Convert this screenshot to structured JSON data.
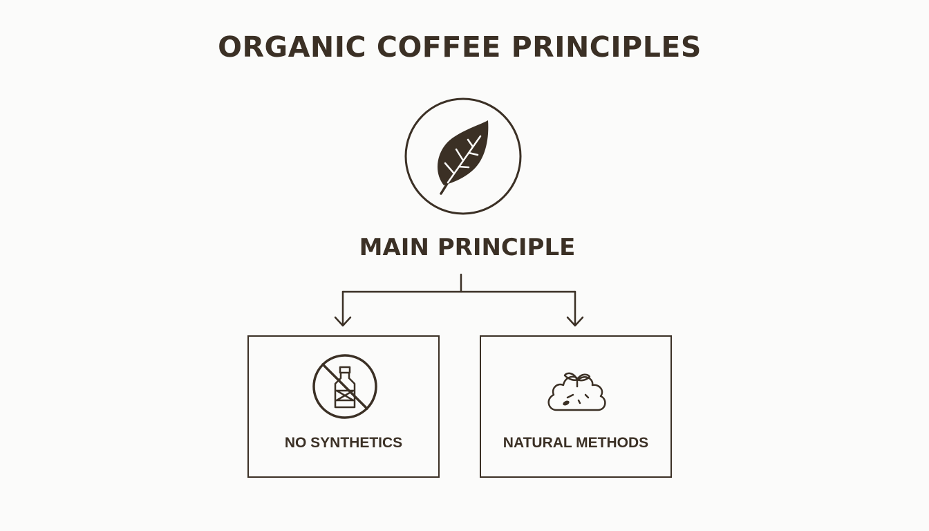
{
  "diagram": {
    "title": "ORGANIC COFFEE PRINCIPLES",
    "root": {
      "label": "MAIN PRINCIPLE",
      "icon": "leaf-icon"
    },
    "children": [
      {
        "label": "NO SYNTHETICS",
        "icon": "no-synthetics-icon"
      },
      {
        "label": "NATURAL METHODS",
        "icon": "soil-sprout-icon"
      }
    ]
  },
  "colors": {
    "background": "#fbfbfa",
    "ink": "#3b3025"
  }
}
